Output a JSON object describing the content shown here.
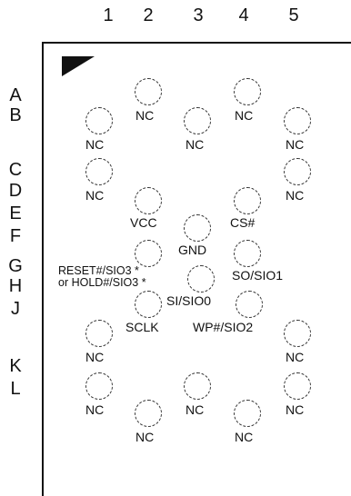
{
  "columns": [
    "1",
    "2",
    "3",
    "4",
    "5"
  ],
  "rows": [
    "A",
    "B",
    "C",
    "D",
    "E",
    "F",
    "G",
    "H",
    "J",
    "K",
    "L"
  ],
  "pins": {
    "nc": "NC",
    "vcc": "VCC",
    "gnd": "GND",
    "cs": "CS#",
    "reset": "RESET#/SIO3 *",
    "hold": "or HOLD#/SIO3 *",
    "so": "SO/SIO1",
    "si": "SI/SIO0",
    "sclk": "SCLK",
    "wp": "WP#/SIO2"
  }
}
